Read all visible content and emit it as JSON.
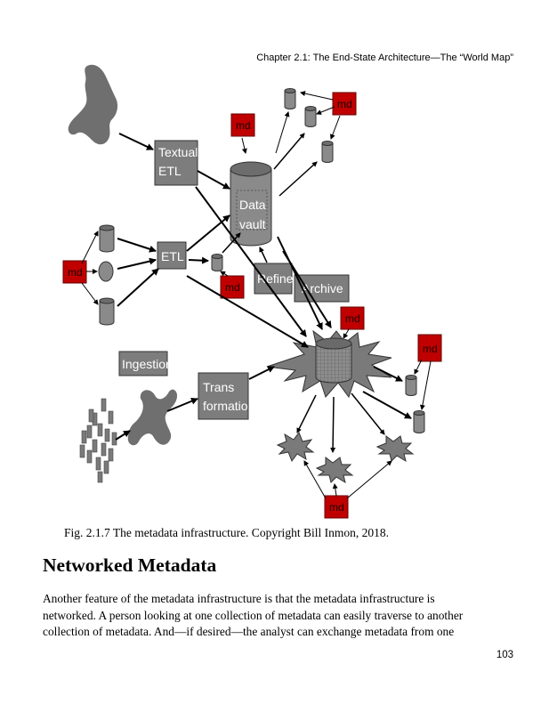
{
  "running_head": "Chapter 2.1: The End-State Architecture—The “World Map”",
  "figure": {
    "textual_etl_line1": "Textual",
    "textual_etl_line2": "ETL",
    "etl": "ETL",
    "data_vault_line1": "Data",
    "data_vault_line2": "vault",
    "refine": "Refine",
    "archive": "Archive",
    "ingestion": "Ingestion",
    "transformation_line1": "Trans",
    "transformation_line2": "formation",
    "metadata_tag": "md"
  },
  "caption": "Fig. 2.1.7 The metadata infrastructure. Copyright Bill Inmon, 2018.",
  "section_heading": "Networked Metadata",
  "paragraph_lines": [
    "Another feature of the metadata infrastructure is that the metadata infrastructure is",
    "networked. A person looking at one collection of metadata can easily traverse to another",
    "collection of metadata. And—if desired—the analyst can exchange metadata from one"
  ],
  "page_number": "103",
  "colors": {
    "box_gray": "#7d7d7d",
    "md_red": "#c00000",
    "cylinder_gray": "#8a8a8a"
  }
}
